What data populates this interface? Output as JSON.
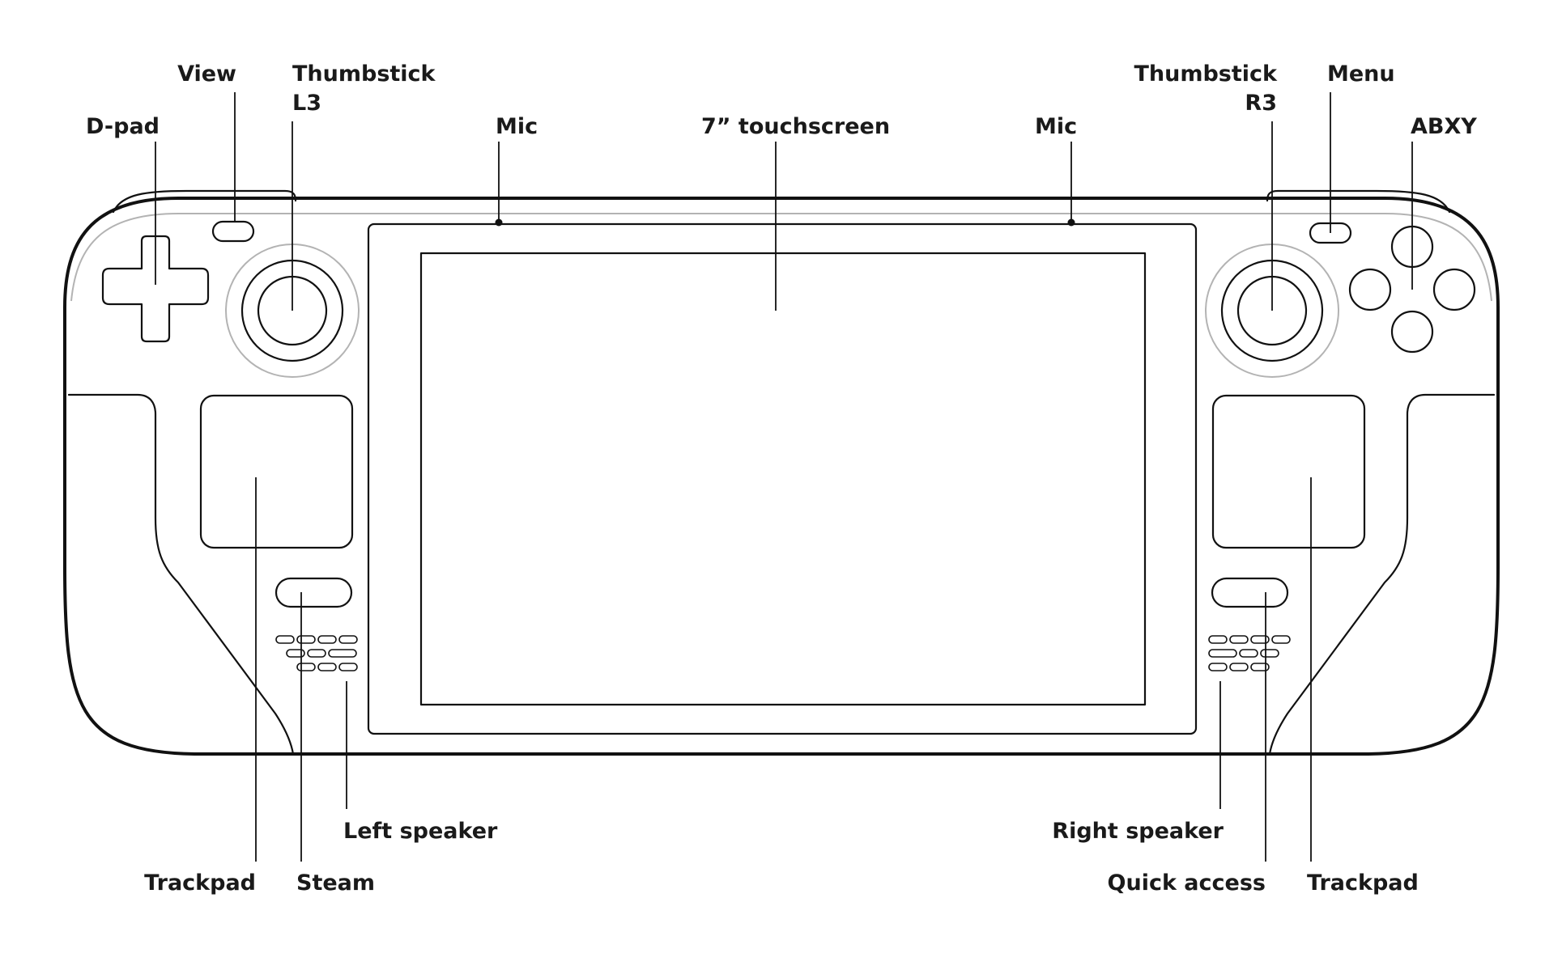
{
  "labels": {
    "dpad": "D-pad",
    "view": "View",
    "thumbstick_left_line1": "Thumbstick",
    "thumbstick_left_line2": "L3",
    "mic_left": "Mic",
    "touchscreen": "7” touchscreen",
    "mic_right": "Mic",
    "thumbstick_right_line1": "Thumbstick",
    "thumbstick_right_line2": "R3",
    "menu": "Menu",
    "abxy": "ABXY",
    "left_speaker": "Left speaker",
    "trackpad_left": "Trackpad",
    "steam": "Steam",
    "right_speaker": "Right speaker",
    "quick_access": "Quick access",
    "trackpad_right": "Trackpad"
  }
}
